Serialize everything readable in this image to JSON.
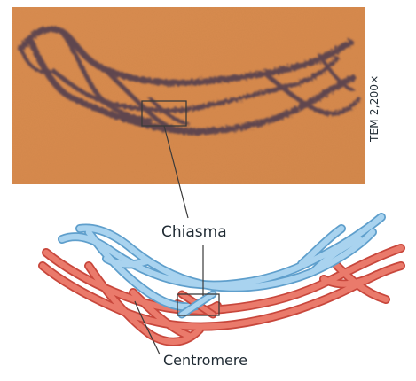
{
  "figure": {
    "micrograph_label": "TEM 2,200×",
    "chiasma_label": "Chiasma",
    "centromere_label": "Centromere"
  },
  "colors": {
    "micrograph_background": "#d8894a",
    "micrograph_stain": "#4a3a4f",
    "chromatid_blue": "#8fc3e6",
    "chromatid_red": "#e86f61",
    "line": "#3a3a3a"
  }
}
